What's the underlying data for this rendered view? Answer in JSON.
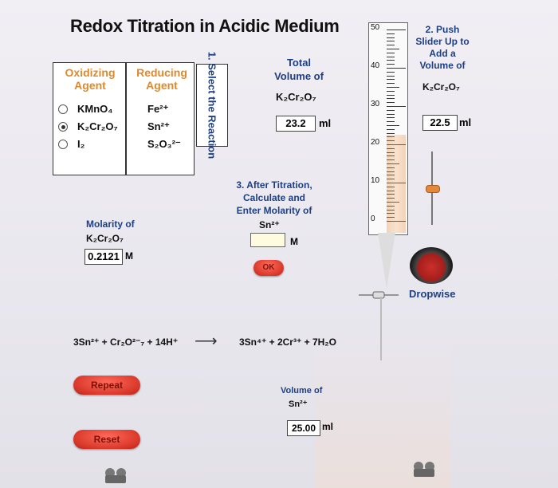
{
  "title": "Redox Titration in Acidic Medium",
  "table": {
    "headers": [
      "Oxidizing Agent",
      "Reducing Agent"
    ],
    "rows": [
      {
        "oxidizing": "KMnO₄",
        "reducing": "Fe²⁺",
        "selected": false
      },
      {
        "oxidizing": "K₂Cr₂O₇",
        "reducing": "Sn²⁺",
        "selected": true
      },
      {
        "oxidizing": "I₂",
        "reducing": "S₂O₃²⁻",
        "selected": false
      }
    ]
  },
  "select_reaction": "1. Select the Reaction",
  "total_volume": {
    "line1": "Total",
    "line2": "Volume of",
    "reagent": "K₂Cr₂O₇",
    "value": "23.2",
    "unit": "ml"
  },
  "push_slider": {
    "line1": "2. Push",
    "line2": "Slider Up to",
    "line3": "Add a",
    "line4": "Volume of",
    "reagent": "K₂Cr₂O₇",
    "value": "22.5",
    "unit": "ml",
    "level_ml": 22.5
  },
  "after_titration": {
    "line1": "3. After Titration,",
    "line2": "Calculate and",
    "line3": "Enter Molarity of",
    "reagent": "Sn²⁺",
    "value": "",
    "unit": "M",
    "ok_label": "OK"
  },
  "molarity": {
    "line1": "Molarity of",
    "reagent": "K₂Cr₂O₇",
    "value": "0.2121",
    "unit": "M"
  },
  "burette": {
    "labels": [
      "50",
      "40",
      "30",
      "20",
      "10",
      "0"
    ],
    "liquid_ml": 22.5
  },
  "dropwise_label": "Dropwise",
  "equation": {
    "left": "3Sn²⁺ + Cr₂O²⁻₇ + 14H⁺",
    "arrow": "⟶",
    "right": "3Sn⁴⁺ + 2Cr³⁺ + 7H₂O"
  },
  "buttons": {
    "repeat": "Repeat",
    "reset": "Reset"
  },
  "sn_volume": {
    "line1": "Volume of",
    "reagent": "Sn²⁺",
    "value": "25.00",
    "unit": "ml"
  },
  "colors": {
    "orange": "#e0892a",
    "blue": "#1d3f86",
    "button_red": "#d9382a",
    "liquid": "#e88b3b"
  }
}
